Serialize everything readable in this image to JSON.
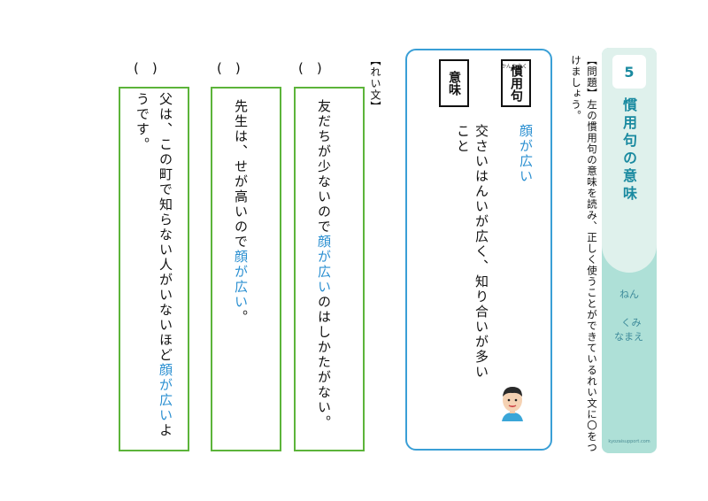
{
  "sheet": {
    "number": "5",
    "title": "慣用句の意味",
    "name_fields": [
      "ねん",
      "くみ",
      "なまえ"
    ],
    "credit": "kyozaisupport.com"
  },
  "instruction": "【問題】左の慣用句の意味を読み、正しく使うことができているれい文に〇をつけましょう。",
  "panel": {
    "idiom_label": "慣用句",
    "meaning_label": "意味",
    "idiom": "顔が広い",
    "meaning": "交さいはんいが広く、知り合いが多いこと"
  },
  "example_tag": "【れい文】",
  "examples": [
    {
      "paren": "(　)",
      "before": "友だちが少ないので",
      "idiom": "顔が広い",
      "after": "のはしかたがない。"
    },
    {
      "paren": "(　)",
      "before": "先生は、せが高いので",
      "idiom": "顔が広い",
      "after": "。"
    },
    {
      "paren": "(　)",
      "before": "父は、この町で知らない人がいないほど",
      "idiom": "顔が広い",
      "after": "ようです。"
    }
  ],
  "colors": {
    "panel_border": "#3a9fd6",
    "answer_border": "#5cb43a",
    "idiom_text": "#2a8fd1",
    "sidebar": "#aee0d7"
  }
}
